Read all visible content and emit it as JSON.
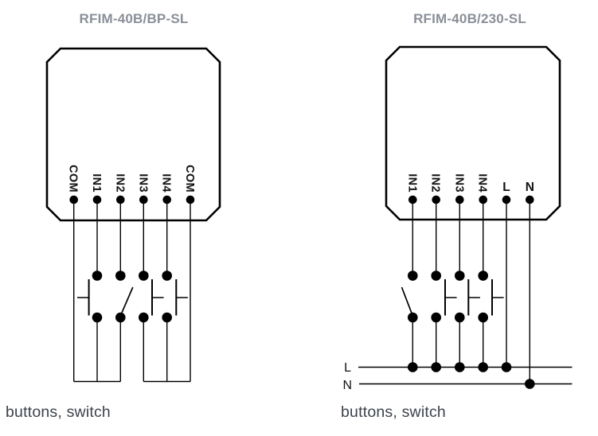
{
  "page": {
    "background_color": "#ffffff",
    "line_color": "#000000",
    "title_color": "#8a8f98",
    "caption_color": "#3d434c"
  },
  "left_diagram": {
    "title": "RFIM-40B/BP-SL",
    "terminals": [
      "COM",
      "IN1",
      "IN2",
      "IN3",
      "IN4",
      "COM"
    ],
    "components": [
      {
        "input": "IN1",
        "type": "push-button"
      },
      {
        "input": "IN2",
        "type": "switch"
      },
      {
        "input": "IN3",
        "type": "push-button"
      },
      {
        "input": "IN4",
        "type": "push-button"
      }
    ],
    "caption": "buttons, switch"
  },
  "right_diagram": {
    "title": "RFIM-40B/230-SL",
    "terminals": [
      "IN1",
      "IN2",
      "IN3",
      "IN4",
      "L",
      "N"
    ],
    "bus": {
      "live": "L",
      "neutral": "N"
    },
    "components": [
      {
        "input": "IN1",
        "type": "switch"
      },
      {
        "input": "IN2",
        "type": "push-button"
      },
      {
        "input": "IN3",
        "type": "push-button"
      },
      {
        "input": "IN4",
        "type": "push-button"
      }
    ],
    "caption": "buttons, switch"
  }
}
